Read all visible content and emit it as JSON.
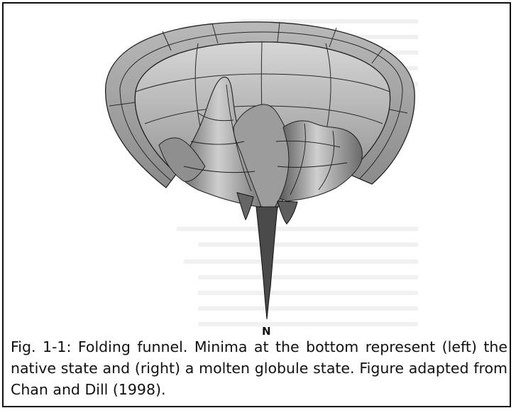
{
  "figure": {
    "funnel_label": "N",
    "icon": "folding-funnel-illustration"
  },
  "caption": {
    "text": "Fig. 1-1: Folding funnel. Minima at the bottom represent (left) the native state and (right) a molten globule state. Figure adapted from Chan and Dill (1998)."
  }
}
